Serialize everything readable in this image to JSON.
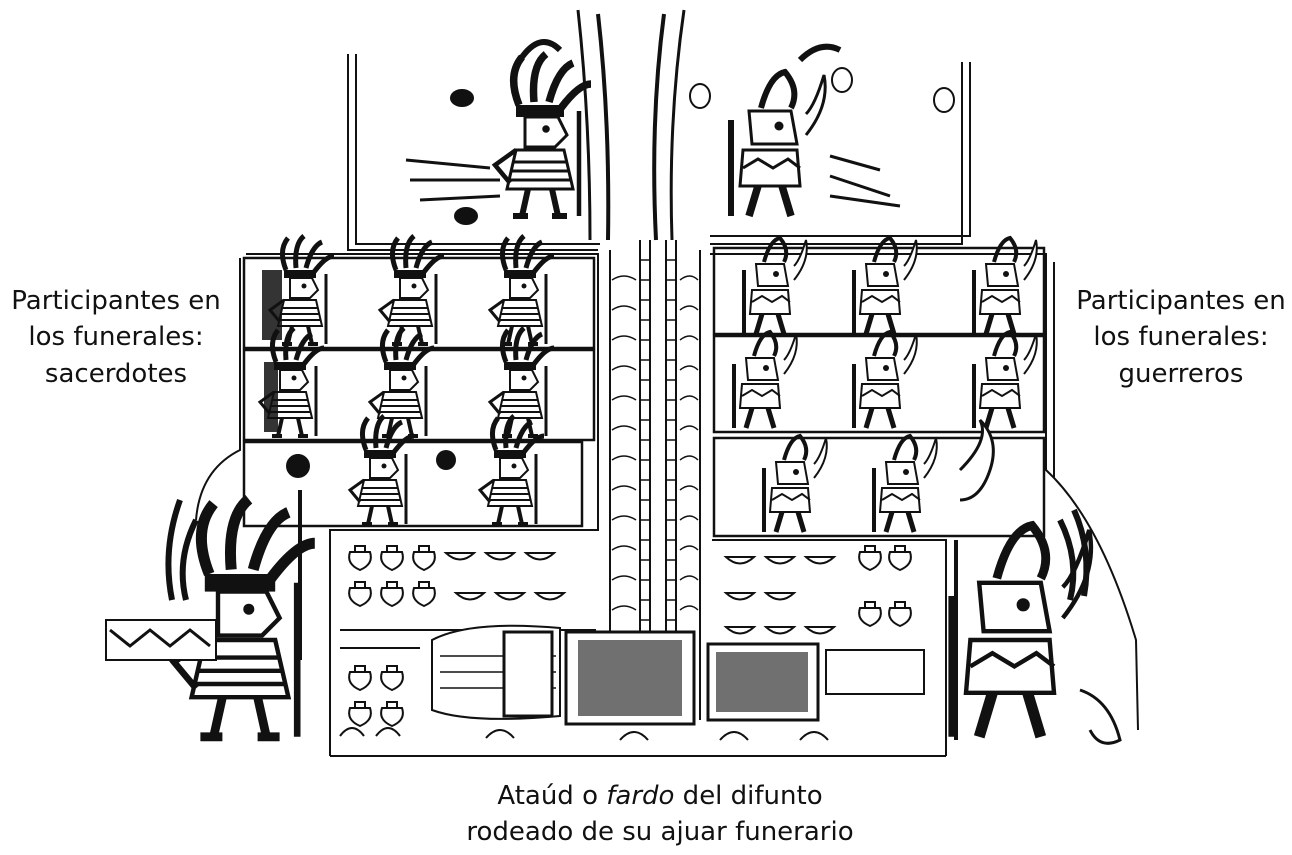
{
  "labels": {
    "left": [
      "Participantes en",
      "los funerales:",
      "sacerdotes"
    ],
    "right": [
      "Participantes en",
      "los funerales:",
      "guerreros"
    ]
  },
  "caption": {
    "line1_start": "Ataúd o ",
    "line1_em": "fardo",
    "line1_end": " del difunto",
    "line2": "rodeado de su ajuar funerario"
  },
  "colors": {
    "ink": "#111111",
    "fill_dark": "#707070",
    "background": "#ffffff"
  },
  "icons": [
    "headdress-figure-icon",
    "warrior-figure-icon",
    "coffin-icon",
    "vessel-icon",
    "ladder-icon",
    "serpent-icon"
  ]
}
